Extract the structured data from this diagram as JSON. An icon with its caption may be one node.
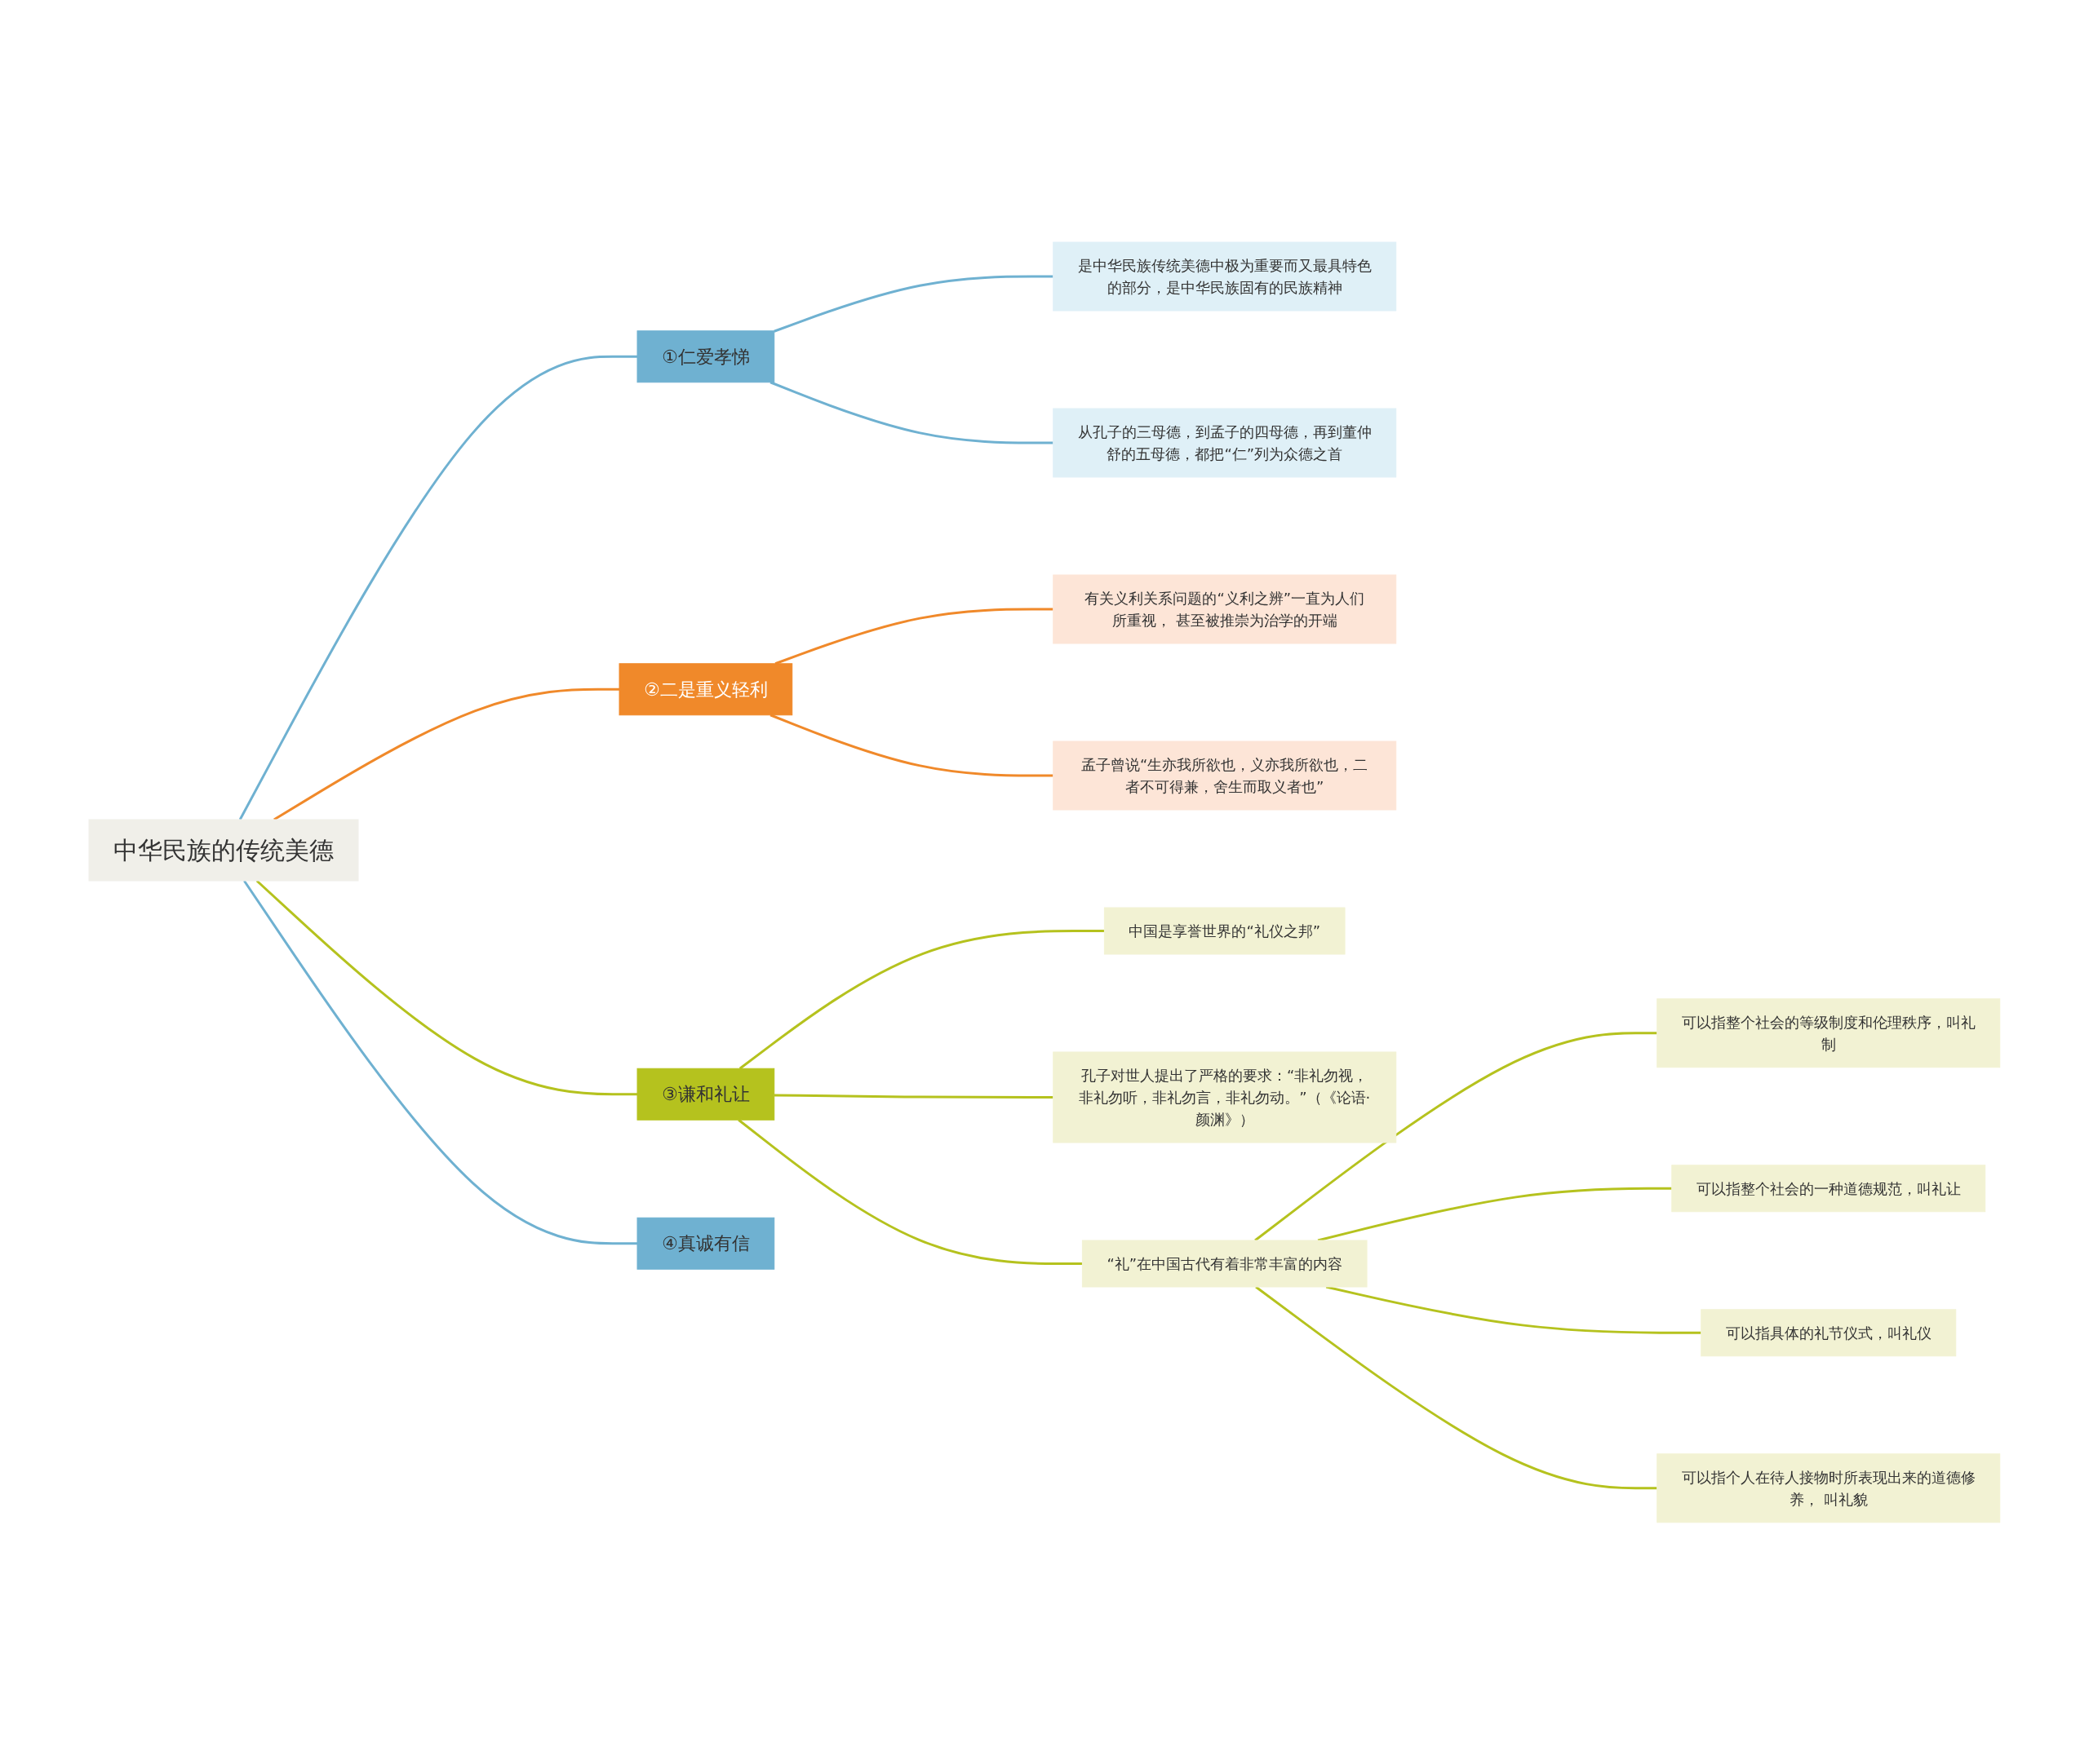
{
  "diagram": {
    "nodes": [
      {
        "text": [
          "中华民族的传统美德"
        ]
      },
      {
        "text": [
          "①仁爱孝悌"
        ]
      },
      {
        "text": [
          "是中华民族传统美德中极为重要而又最具特色的部分，是中华民族固有的民族精神"
        ]
      },
      {
        "text": [
          "从孔子的三母德，到孟子的四母德，再到董仲舒的五母德，都把“仁”列为众德之首"
        ]
      },
      {
        "text": [
          "②二是重义轻利"
        ]
      },
      {
        "text": [
          "有关义利关系问题的“义利之辨”一直为人们所重视， 甚至被推崇为治学的开端"
        ]
      },
      {
        "text": [
          "孟子曾说“生亦我所欲也，义亦我所欲也，二者不可得兼，舍生而取义者也”"
        ]
      },
      {
        "text": [
          "③谦和礼让"
        ]
      },
      {
        "text": [
          "中国是享誉世界的“礼仪之邦”"
        ]
      },
      {
        "text": [
          "孔子对世人提出了严格的要求：“非礼勿视，非礼勿听，非礼勿言，非礼勿动。”（《论语·颜渊》）"
        ]
      },
      {
        "text": [
          "“礼”在中国古代有着非常丰富的内容"
        ]
      },
      {
        "text": [
          "可以指整个社会的等级制度和伦理秩序，叫礼制"
        ]
      },
      {
        "text": [
          "可以指整个社会的一种道德规范，叫礼让"
        ]
      },
      {
        "text": [
          "可以指具体的礼节仪式，叫礼仪"
        ]
      },
      {
        "text": [
          "可以指个人在待人接物时所表现出来的道德修养， 叫礼貌"
        ]
      },
      {
        "text": [
          "④真诚有信"
        ]
      }
    ],
    "edges": [
      {
        "from": 0,
        "to": 1,
        "arrow": "none",
        "color": "#6fb1d1"
      },
      {
        "from": 1,
        "to": 2,
        "arrow": "none",
        "color": "#6fb1d1"
      },
      {
        "from": 1,
        "to": 3,
        "arrow": "none",
        "color": "#6fb1d1"
      },
      {
        "from": 0,
        "to": 4,
        "arrow": "none",
        "color": "#f0892a"
      },
      {
        "from": 4,
        "to": 5,
        "arrow": "none",
        "color": "#f0892a"
      },
      {
        "from": 4,
        "to": 6,
        "arrow": "none",
        "color": "#f0892a"
      },
      {
        "from": 0,
        "to": 7,
        "arrow": "none"
      },
      {
        "from": 7,
        "to": 8,
        "arrow": "none"
      },
      {
        "from": 7,
        "to": 9,
        "arrow": "none"
      },
      {
        "from": 7,
        "to": 10,
        "arrow": "none"
      },
      {
        "from": 10,
        "to": 11,
        "arrow": "none"
      },
      {
        "from": 10,
        "to": 12,
        "arrow": "none"
      },
      {
        "from": 10,
        "to": 13,
        "arrow": "none"
      },
      {
        "from": 10,
        "to": 14,
        "arrow": "none"
      },
      {
        "from": 0,
        "to": 15,
        "arrow": "none",
        "color": "#6fb1d1"
      }
    ]
  }
}
